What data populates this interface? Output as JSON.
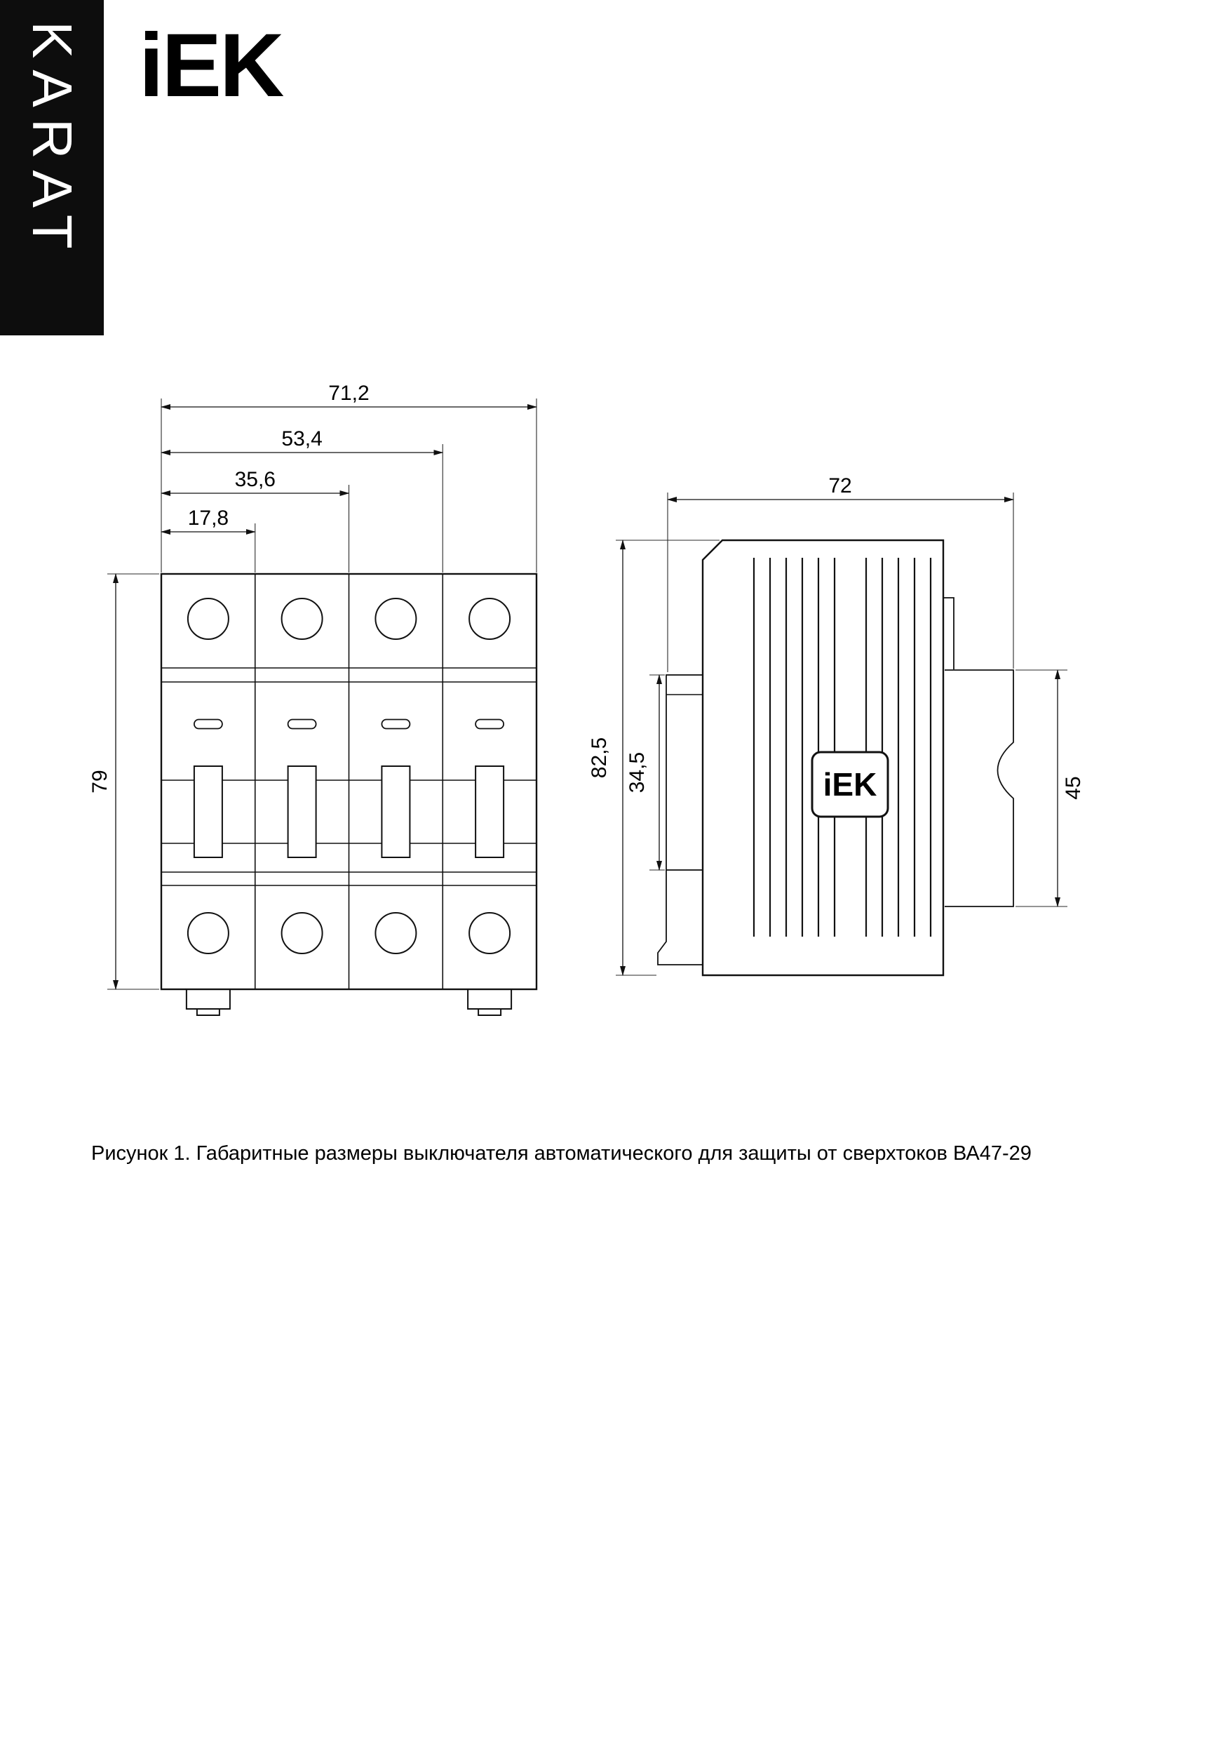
{
  "brand": {
    "series": "KARAT",
    "logo": "iEK"
  },
  "front_view": {
    "dim_width_total": "71,2",
    "dim_width_three": "53,4",
    "dim_width_two": "35,6",
    "dim_width_one": "17,8",
    "dim_height": "79"
  },
  "side_view": {
    "dim_depth": "72",
    "dim_height_total": "82,5",
    "dim_din_rail": "34,5",
    "dim_terminal": "45",
    "logo_text": "iEK"
  },
  "figure": {
    "caption": "Рисунок 1. Габаритные размеры выключателя автоматического для защиты от сверхтоков ВА47-29"
  }
}
